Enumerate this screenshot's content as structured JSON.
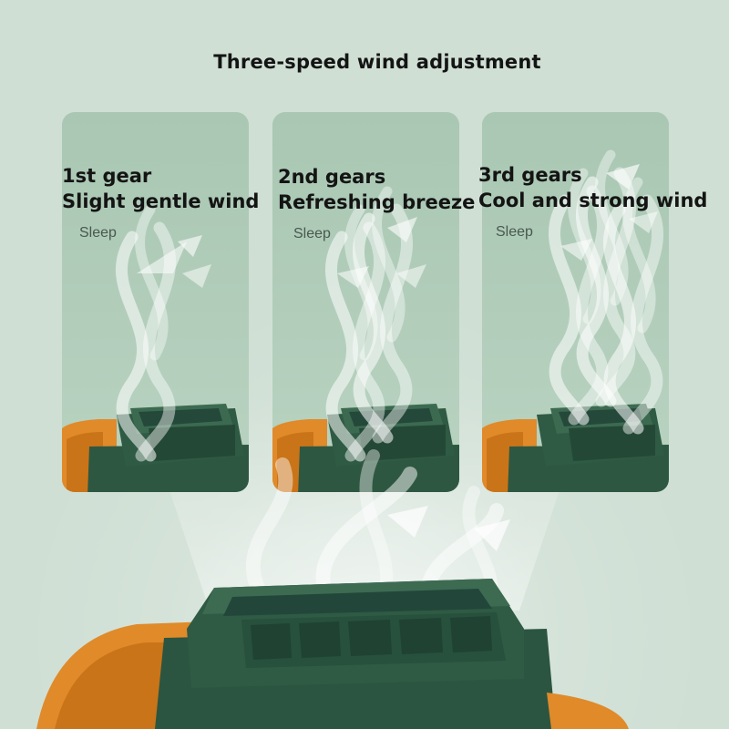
{
  "title": "Three-speed wind adjustment",
  "cards": [
    {
      "gear": "1st gear",
      "description": "Slight gentle wind",
      "mode": "Sleep"
    },
    {
      "gear": "2nd gears",
      "description": "Refreshing breeze",
      "mode": "Sleep"
    },
    {
      "gear": "3rd gears",
      "description": "Cool and strong wind",
      "mode": "Sleep"
    }
  ],
  "colors": {
    "background": "#cfdfd4",
    "card": "#b1cdba",
    "fan_body": "#2f5a43",
    "fan_accent": "#e08a2a",
    "airflow": "#ffffff"
  },
  "icons": [
    "wind-swirl-icon",
    "fan-device-image"
  ]
}
